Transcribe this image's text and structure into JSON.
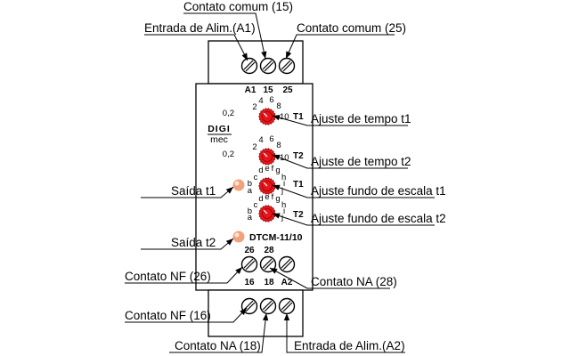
{
  "callouts": {
    "contato_comum_15": "Contato comum (15)",
    "entrada_alim_a1": "Entrada de Alim.(A1)",
    "contato_comum_25": "Contato comum (25)",
    "ajuste_tempo_t1": "Ajuste de tempo t1",
    "ajuste_tempo_t2": "Ajuste de tempo t2",
    "saida_t1": "Saída t1",
    "ajuste_fundo_t1": "Ajuste fundo de escala t1",
    "ajuste_fundo_t2": "Ajuste fundo de escala t2",
    "saida_t2": "Saída t2",
    "contato_nf_26": "Contato NF (26)",
    "contato_na_28": "Contato NA (28)",
    "contato_nf_16": "Contato NF (16)",
    "contato_na_18": "Contato NA (18)",
    "entrada_alim_a2": "Entrada de Alim.(A2)"
  },
  "terminals": {
    "top": [
      "A1",
      "15",
      "25"
    ],
    "mid_upper": [
      "26",
      "28"
    ],
    "mid_lower": [
      "16",
      "18",
      "A2"
    ]
  },
  "dials": {
    "time_scale": [
      "0,2",
      "2",
      "4",
      "6",
      "8",
      "10"
    ],
    "t1_label": "T1",
    "t2_label": "T2",
    "range_letters": [
      "a",
      "b",
      "c",
      "d",
      "e",
      "f",
      "g",
      "h",
      "i",
      "j"
    ]
  },
  "brand": {
    "line1": "DIGI",
    "line2": "mec"
  },
  "model": "DTCM-11/10",
  "colors": {
    "knob": "#e8141b",
    "led": "#f2a27a",
    "line": "#000000"
  }
}
